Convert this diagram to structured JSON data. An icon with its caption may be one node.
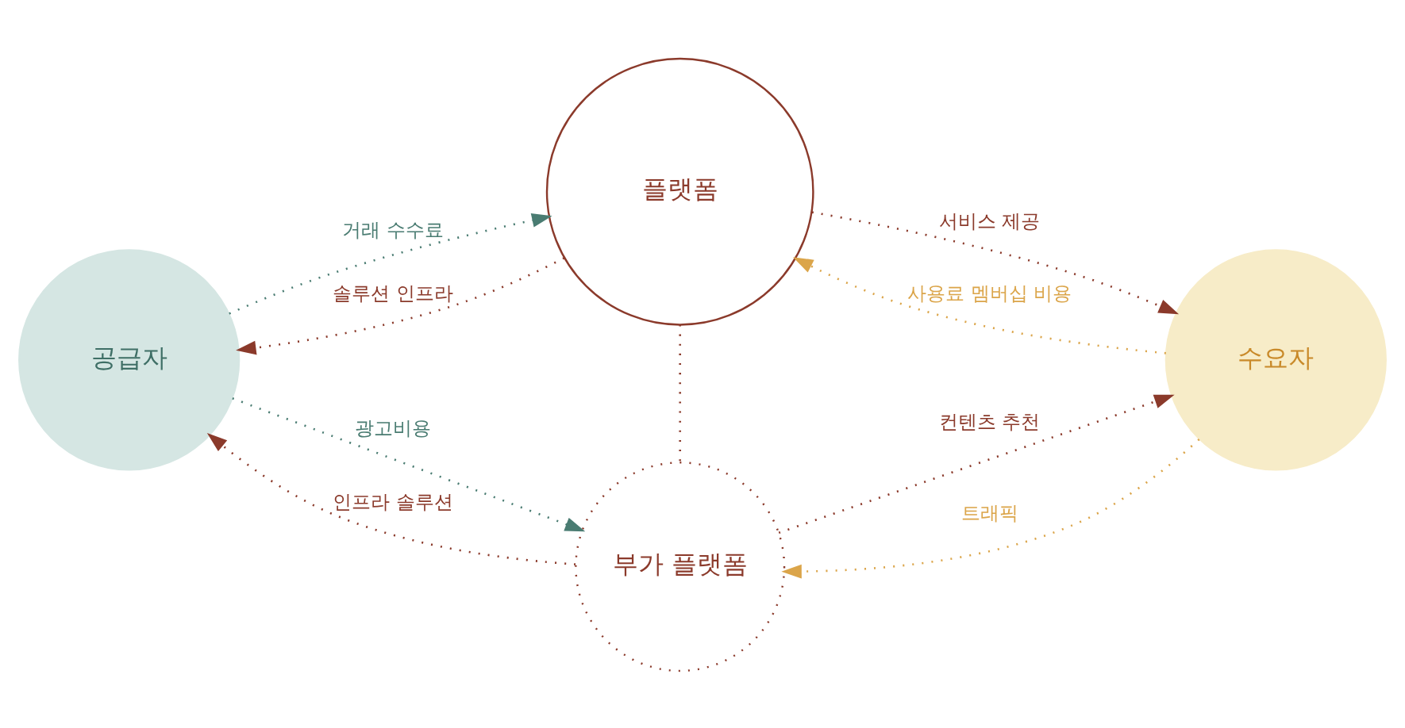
{
  "diagram": {
    "nodes": [
      {
        "text": [
          "공급자"
        ]
      },
      {
        "text": [
          "플랫폼"
        ]
      },
      {
        "text": [
          "수요자"
        ]
      },
      {
        "text": [
          "부가 플랫폼"
        ]
      }
    ],
    "edges": [
      {
        "from": 0,
        "to": 1,
        "arrow": "to",
        "label": "거래 수수료",
        "color": "#4a7c72"
      },
      {
        "from": 1,
        "to": 0,
        "arrow": "to",
        "label": "솔루션 인프라"
      },
      {
        "from": 1,
        "to": 2,
        "arrow": "to",
        "label": "서비스 제공"
      },
      {
        "from": 2,
        "to": 1,
        "arrow": "to",
        "label": "사용료 멤버십 비용",
        "color": "#dba54a"
      },
      {
        "from": 1,
        "to": 3,
        "arrow": "none"
      },
      {
        "from": 3,
        "to": 0,
        "arrow": "to",
        "label": "인프라 솔루션"
      },
      {
        "from": 0,
        "to": 3,
        "arrow": "to",
        "label": "광고비용",
        "color": "#4a7c72"
      },
      {
        "from": 3,
        "to": 2,
        "arrow": "to",
        "label": "컨텐츠 추천"
      },
      {
        "from": 2,
        "to": 3,
        "arrow": "to",
        "label": "트래픽",
        "color": "#dba54a"
      }
    ]
  }
}
